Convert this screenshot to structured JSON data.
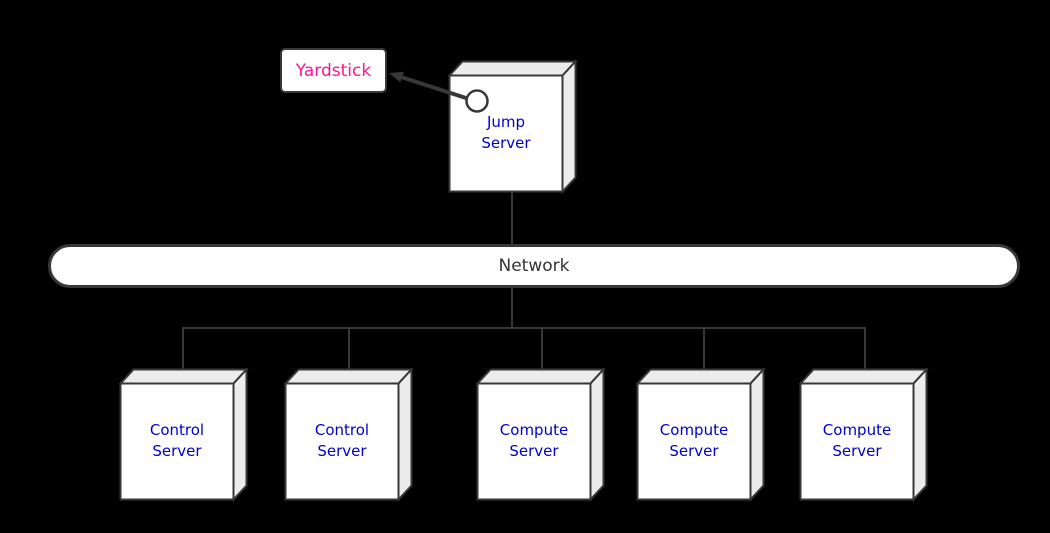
{
  "nodes": {
    "yardstick": {
      "label": "Yardstick"
    },
    "jump_server": {
      "label": "Jump Server"
    },
    "network": {
      "label": "Network"
    },
    "servers": [
      {
        "label": "Control Server"
      },
      {
        "label": "Control Server"
      },
      {
        "label": "Compute Server"
      },
      {
        "label": "Compute Server"
      },
      {
        "label": "Compute Server"
      }
    ]
  },
  "edges": [
    {
      "from": "jump_server",
      "to": "yardstick",
      "style": "arrow-from-port"
    },
    {
      "from": "jump_server",
      "to": "network",
      "style": "line"
    },
    {
      "from": "network",
      "to": "servers",
      "style": "bus"
    }
  ],
  "colors": {
    "background": "#000000",
    "node_fill": "#ffffff",
    "side_face_fill": "#ececec",
    "stroke": "#383838",
    "server_label": "#0000cd",
    "yardstick_label": "#ff1493",
    "network_label": "#333333"
  }
}
